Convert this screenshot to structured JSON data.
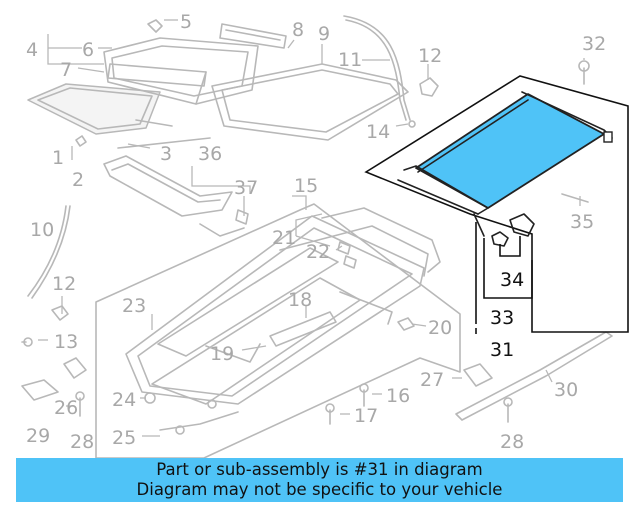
{
  "callouts": {
    "c1": "1",
    "c2": "2",
    "c3": "3",
    "c4": "4",
    "c5": "5",
    "c6": "6",
    "c7": "7",
    "c8": "8",
    "c9": "9",
    "c10": "10",
    "c11": "11",
    "c12a": "12",
    "c12b": "12",
    "c13": "13",
    "c14": "14",
    "c15": "15",
    "c16": "16",
    "c17": "17",
    "c18": "18",
    "c19": "19",
    "c20": "20",
    "c21": "21",
    "c22": "22",
    "c23": "23",
    "c24": "24",
    "c25": "25",
    "c26": "26",
    "c27": "27",
    "c28a": "28",
    "c28b": "28",
    "c29": "29",
    "c30": "30",
    "c31": "31",
    "c32": "32",
    "c33": "33",
    "c34": "34",
    "c35": "35",
    "c36": "36",
    "c37": "37"
  },
  "colors": {
    "highlight": "#4fc3f7",
    "part_line": "#b8b8b8",
    "selected_line": "#111111"
  },
  "banner": {
    "line1": "Part or sub-assembly is #31 in diagram",
    "line2": "Diagram may not be specific to your vehicle"
  }
}
